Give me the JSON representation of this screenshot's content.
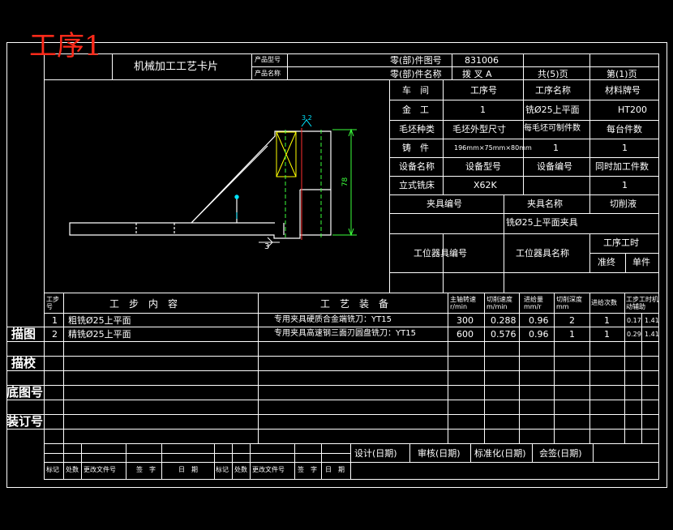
{
  "stamp": "工序1",
  "card_title": "机械加工工艺卡片",
  "product_model_label": "产品型号",
  "product_name_label": "产品名称",
  "part_drawing_no_label": "零(部)件图号",
  "part_drawing_no": "831006",
  "part_name_label": "零(部)件名称",
  "part_name": "拨 叉 A",
  "total_pages": "共(5)页",
  "page_no": "第(1)页",
  "info_rows": [
    [
      "车　间",
      "工序号",
      "工序名称",
      "材料牌号"
    ],
    [
      "金　工",
      "1",
      "铣Ø25上平面",
      "HT200"
    ],
    [
      "毛坯种类",
      "毛坯外型尺寸",
      "每毛坯可制件数",
      "每台件数"
    ],
    [
      "铸　件",
      "196mm×75mm×80mm",
      "1",
      "1"
    ],
    [
      "设备名称",
      "设备型号",
      "设备编号",
      "同时加工件数"
    ],
    [
      "立式铣床",
      "X62K",
      "",
      "1"
    ]
  ],
  "fixture_no_label": "夹具编号",
  "fixture_name_label": "夹具名称",
  "coolant_label": "切削液",
  "fixture_name": "铣Ø25上平面夹具",
  "station_tool_no_label": "工位器具编号",
  "station_tool_name_label": "工位器具名称",
  "op_time_label": "工序工时",
  "prep_label": "准终",
  "unit_label": "单件",
  "drawing": {
    "roughness": "3.2",
    "dim_height": "78",
    "ref": "3"
  },
  "step_header": {
    "step_no": "工步号",
    "content": "工　步　内　容",
    "equipment": "工　艺　装　备",
    "spindle": "主轴转速r/min",
    "speed": "切削速度m/min",
    "feed": "进给量mm/r",
    "depth": "切削深度mm",
    "passes": "进给次数",
    "time": "工步工时机动辅助"
  },
  "steps": [
    {
      "no": "1",
      "content": "粗铣Ø25上平面",
      "equipment": "专用夹具硬质合金端铣刀：YT15",
      "spindle": "300",
      "speed": "0.288",
      "feed": "0.96",
      "depth": "2",
      "passes": "1",
      "t1": "0.17",
      "t2": "1.41"
    },
    {
      "no": "2",
      "content": "精铣Ø25上平面",
      "equipment": "专用夹具高速钢三面刃圆盘铣刀：YT15",
      "spindle": "600",
      "speed": "0.576",
      "feed": "0.96",
      "depth": "1",
      "passes": "1",
      "t1": "0.29",
      "t2": "1.41"
    }
  ],
  "side_labels": [
    "描图",
    "描校",
    "底图号",
    "装订号"
  ],
  "sign_labels": [
    "设计(日期)",
    "审核(日期)",
    "标准化(日期)",
    "会签(日期)"
  ],
  "footer_labels": [
    "标记",
    "处数",
    "更改文件号",
    "签　字",
    "日　期",
    "标记",
    "处数",
    "更改文件号",
    "签　字",
    "日　期"
  ]
}
